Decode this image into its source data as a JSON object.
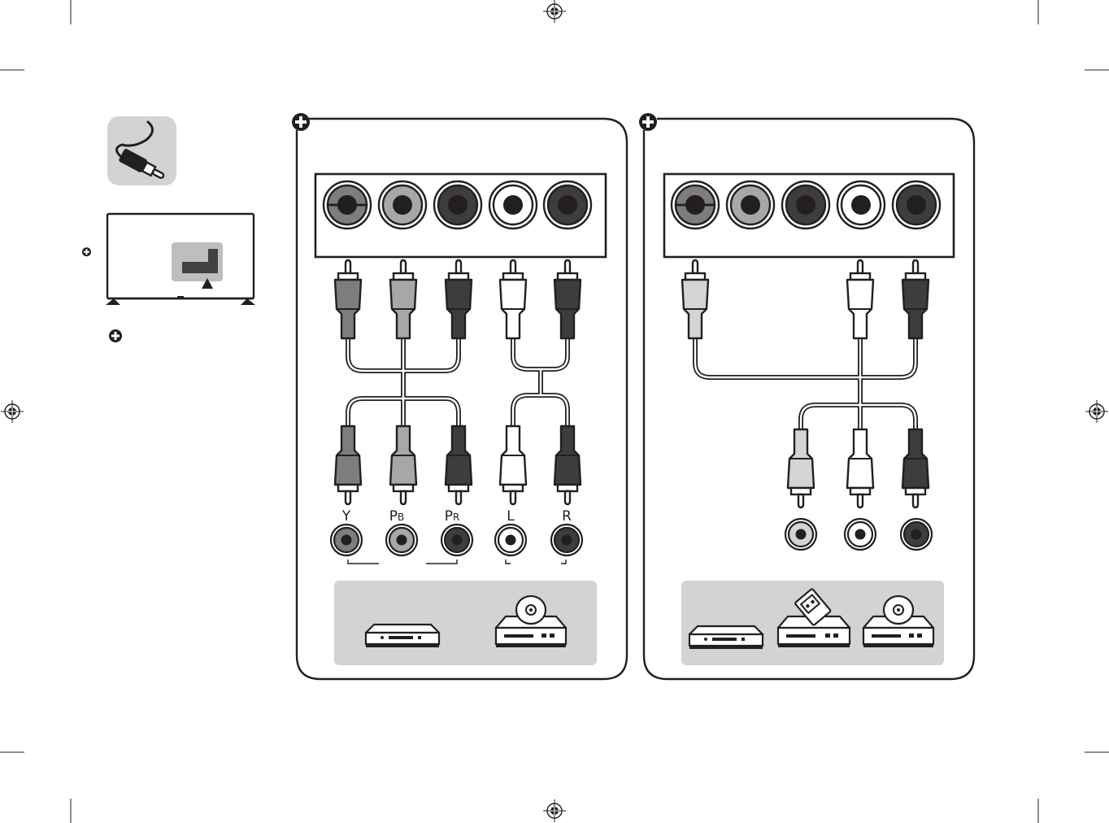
{
  "colors": {
    "ink": "#231f20",
    "green_y": "#7d7d7d",
    "blue_pb": "#a7a7a7",
    "red_pr": "#3d3d3d",
    "white_l": "#ffffff",
    "red_r": "#3d3d3d",
    "yellow_video": "#d4d4d4",
    "panel_fill": "#d2d3d5",
    "icon_tile": "#d2d3d5"
  },
  "left_panel": {
    "plug_labels": [
      "Y",
      "P",
      "P",
      "L",
      "R"
    ],
    "plug_subscripts": [
      "",
      "B",
      "R",
      "",
      ""
    ]
  },
  "icons": {
    "cable": "cable-plug-icon",
    "tv": "tv-back-icon",
    "note": "note-plus-icon",
    "registration": "registration-mark-icon",
    "player": "dvd-player-icon",
    "disc_player": "disc-player-icon",
    "vcr": "vcr-icon"
  }
}
